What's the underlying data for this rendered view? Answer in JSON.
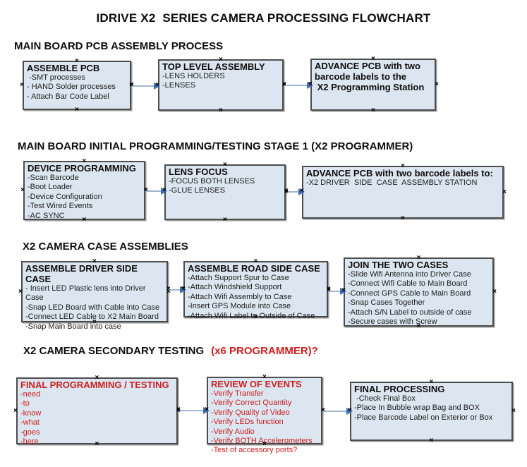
{
  "title": "IDRIVE X2  SERIES CAMERA PROCESSING FLOWCHART",
  "colors": {
    "box_fill": "#dce6f1",
    "box_border": "#4d4d4d",
    "box_shadow": "#9a9a9a",
    "arrow_line": "#9fb6d2",
    "arrow_head": "#3e6db5",
    "red": "#cc1f1f",
    "text": "#111111"
  },
  "sections": [
    {
      "header": "MAIN BOARD PCB ASSEMBLY PROCESS",
      "boxes": [
        {
          "title": "ASSEMBLE PCB",
          "items": [
            " -SMT processes",
            "- HAND Solder processes",
            "- Attach Bar Code Label"
          ]
        },
        {
          "title": "TOP LEVEL ASSEMBLY",
          "items": [
            "-LENS HOLDERS",
            "-LENSES"
          ]
        },
        {
          "title": "ADVANCE PCB with two\nbarcode labels to the\n X2 Programming Station",
          "items": []
        }
      ]
    },
    {
      "header": "MAIN BOARD INITIAL PROGRAMMING/TESTING STAGE 1 (X2 PROGRAMMER)",
      "boxes": [
        {
          "title": "DEVICE PROGRAMMING",
          "items": [
            "-Scan Barcode",
            "-Boot Loader",
            "-Device Configuration",
            "-Test Wired Events",
            "-AC SYNC"
          ]
        },
        {
          "title": "LENS FOCUS",
          "items": [
            "-FOCUS BOTH LENSES",
            "-GLUE LENSES"
          ]
        },
        {
          "title": "ADVANCE PCB with two barcode labels to:",
          "items": [
            "-X2 DRIVER  SIDE  CASE  ASSEMBLY STATION"
          ]
        }
      ]
    },
    {
      "header": "X2 CAMERA CASE ASSEMBLIES",
      "boxes": [
        {
          "title": "ASSEMBLE DRIVER SIDE CASE",
          "items": [
            "- Insert LED Plastic lens into Driver Case",
            "-Snap LED Board with Cable into Case",
            "-Connect LED Cable to X2 Main Board",
            "-Snap Main Board into case"
          ]
        },
        {
          "title": "ASSEMBLE ROAD SIDE CASE",
          "items": [
            "-Attach Support Spur to Case",
            "-Attach Windshield Support",
            "-Attach Wifi Assembly to Case",
            "-Insert GPS Module into Case",
            "-Attach Wifi Label to Outside of Case"
          ]
        },
        {
          "title": "JOIN THE TWO CASES",
          "items": [
            "-Slide Wifi Antenna into Driver Case",
            "-Connect Wifi Cable to Main Board",
            "-Connect GPS Cable to Main Board",
            "-Snap Cases Together",
            "-Attach S/N Label to outside of case",
            "-Secure cases with Screw"
          ]
        }
      ]
    },
    {
      "header": "X2 CAMERA SECONDARY TESTING",
      "header_red": "(x6 PROGRAMMER)?",
      "boxes": [
        {
          "title": "FINAL PROGRAMMING / TESTING",
          "items": [
            "-need",
            "-to",
            "-know",
            "-what",
            "-goes",
            "-here"
          ]
        },
        {
          "title": "REVIEW OF EVENTS",
          "items": [
            "-Verify Transfer",
            "-Verify Correct Quantity",
            "-Verify Quality of Video",
            "-Verify LEDs function",
            "-Verify Audio",
            "-Verify BOTH Accelerometers",
            "-Test of accessory ports?"
          ]
        },
        {
          "title": "FINAL PROCESSING",
          "items": [
            " -Check Final Box",
            "-Place In Bubble wrap Bag and BOX",
            "-Place Barcode Label on Exterior or Box"
          ]
        }
      ]
    }
  ]
}
